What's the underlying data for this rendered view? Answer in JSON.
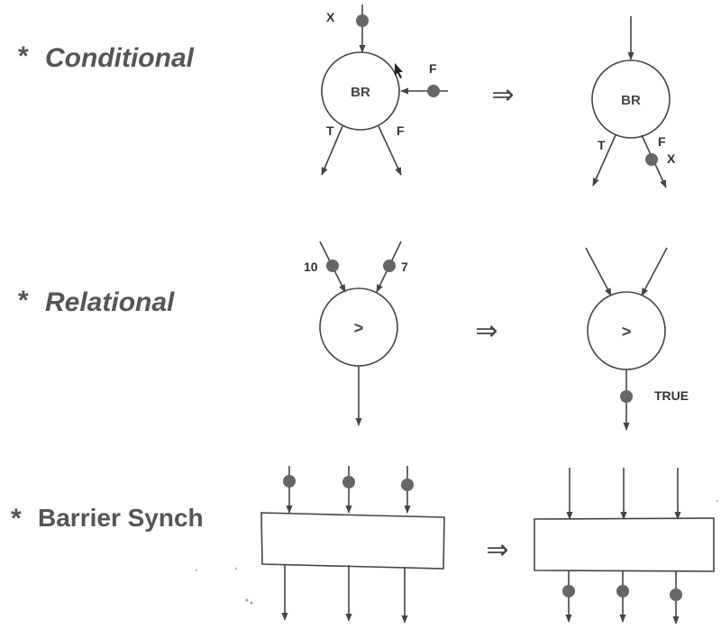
{
  "sections": {
    "conditional": {
      "title": "Conditional",
      "bullet": "*",
      "node_label": "BR",
      "input_token": "X",
      "control_token": "F",
      "branch_true": "T",
      "branch_false": "F",
      "output_token": "X"
    },
    "relational": {
      "title": "Relational",
      "bullet": "*",
      "operator": ">",
      "left_token": "10",
      "right_token": "7",
      "result_token": "TRUE"
    },
    "barrier": {
      "title": "Barrier Synch",
      "bullet": "*"
    }
  },
  "arrow_symbol": "⇒"
}
